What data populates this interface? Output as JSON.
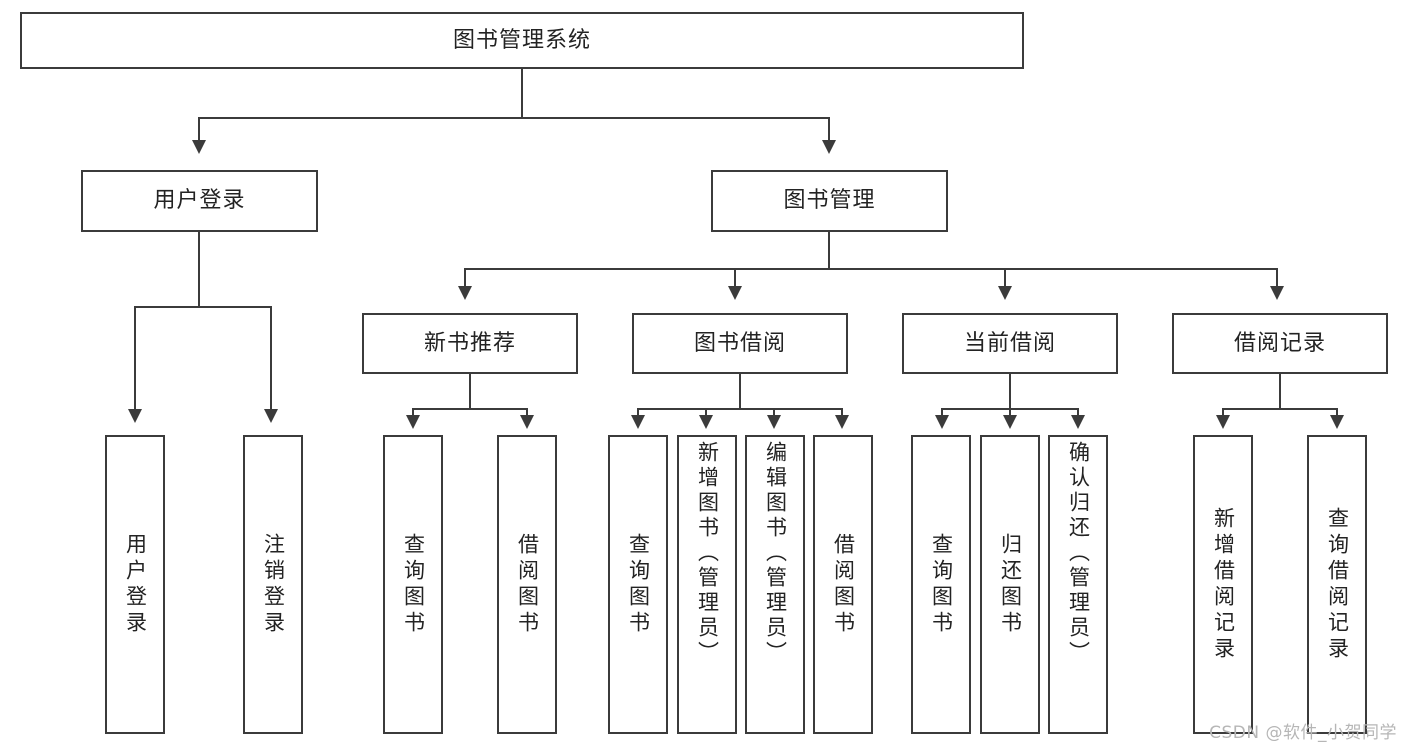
{
  "diagram": {
    "title": "图书管理系统",
    "root": {
      "label": "图书管理系统"
    },
    "level2": [
      {
        "label": "用户登录"
      },
      {
        "label": "图书管理"
      }
    ],
    "level3": [
      {
        "label": "新书推荐"
      },
      {
        "label": "图书借阅"
      },
      {
        "label": "当前借阅"
      },
      {
        "label": "借阅记录"
      }
    ],
    "leaves": {
      "user_login": [
        {
          "label": "用户登录"
        },
        {
          "label": "注销登录"
        }
      ],
      "new_book_recommend": [
        {
          "label": "查询图书"
        },
        {
          "label": "借阅图书"
        }
      ],
      "book_borrow": [
        {
          "label": "查询图书"
        },
        {
          "label": "新增图书（管理员）"
        },
        {
          "label": "编辑图书（管理员）"
        },
        {
          "label": "借阅图书"
        }
      ],
      "current_borrow": [
        {
          "label": "查询图书"
        },
        {
          "label": "归还图书"
        },
        {
          "label": "确认归还（管理员）"
        }
      ],
      "borrow_record": [
        {
          "label": "新增借阅记录"
        },
        {
          "label": "查询借阅记录"
        }
      ]
    }
  },
  "watermark": {
    "text": "CSDN @软件_小贺同学"
  },
  "colors": {
    "stroke": "#3b3b3b",
    "text": "#232323",
    "background": "#ffffff",
    "watermark": "#b6b6b6"
  }
}
